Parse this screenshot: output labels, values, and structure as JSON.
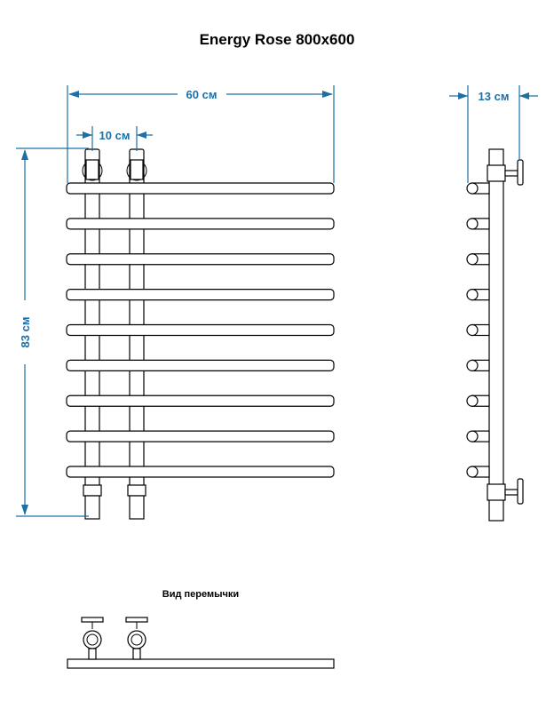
{
  "title": "Energy Rose 800x600",
  "dimensions": {
    "width": "60 см",
    "pipe_spacing": "10 см",
    "height": "83 см",
    "depth": "13 см"
  },
  "bridge_view_label": "Вид перемычки",
  "colors": {
    "dimension": "#1d6fa6",
    "outline": "#000000",
    "background": "#ffffff"
  },
  "rail_count": 9
}
